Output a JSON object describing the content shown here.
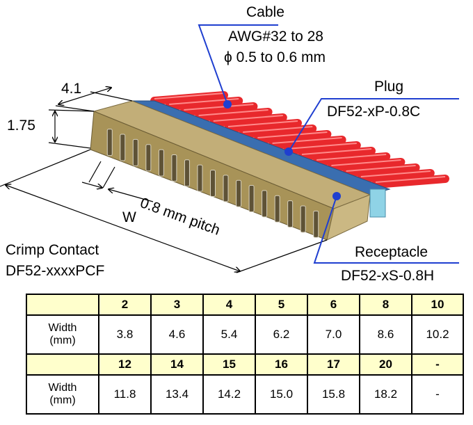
{
  "labels": {
    "cable_title": "Cable",
    "cable_awg": "AWG#32 to 28",
    "cable_diameter": "ϕ 0.5 to 0.6 mm",
    "plug_title": "Plug",
    "plug_part": "DF52-xP-0.8C",
    "receptacle_title": "Receptacle",
    "receptacle_part": "DF52-xS-0.8H",
    "crimp_title": "Crimp Contact",
    "crimp_part": "DF52-xxxxPCF",
    "dim_depth": "4.1",
    "dim_height": "1.75",
    "dim_pitch": "0.8 mm pitch",
    "dim_width": "W"
  },
  "colors": {
    "cable": "#e8282c",
    "plug": "#3a6eb0",
    "housing": "#b5a06a",
    "latch": "#8fd3e6",
    "leader": "#1f3fd0"
  },
  "table": {
    "row_label": "Width\n(mm)",
    "header_row_1": [
      "2",
      "3",
      "4",
      "5",
      "6",
      "8",
      "10"
    ],
    "width_row_1": [
      "3.8",
      "4.6",
      "5.4",
      "6.2",
      "7.0",
      "8.6",
      "10.2"
    ],
    "header_row_2": [
      "12",
      "14",
      "15",
      "16",
      "17",
      "20",
      "-"
    ],
    "width_row_2": [
      "11.8",
      "13.4",
      "14.2",
      "15.0",
      "15.8",
      "18.2",
      "-"
    ]
  }
}
